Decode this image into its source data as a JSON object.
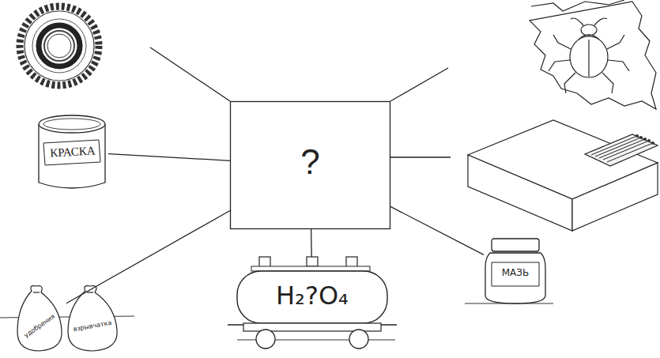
{
  "diagram": {
    "nodes": [
      {
        "text": [
          "?"
        ]
      },
      {
        "text": [
          "КРАСКА"
        ]
      },
      {
        "text": [
          "удобрения"
        ]
      },
      {
        "text": [
          "взрывчатка"
        ]
      },
      {
        "text": [
          "H₂?O₄"
        ]
      },
      {
        "text": [
          "МАЗЬ"
        ]
      }
    ],
    "edges": [
      {
        "from": 0,
        "to": 1,
        "arrow": "none"
      },
      {
        "from": 0,
        "to": 2,
        "arrow": "none"
      },
      {
        "from": 0,
        "to": 4,
        "arrow": "none"
      },
      {
        "from": 0,
        "to": 5,
        "arrow": "none"
      }
    ]
  }
}
